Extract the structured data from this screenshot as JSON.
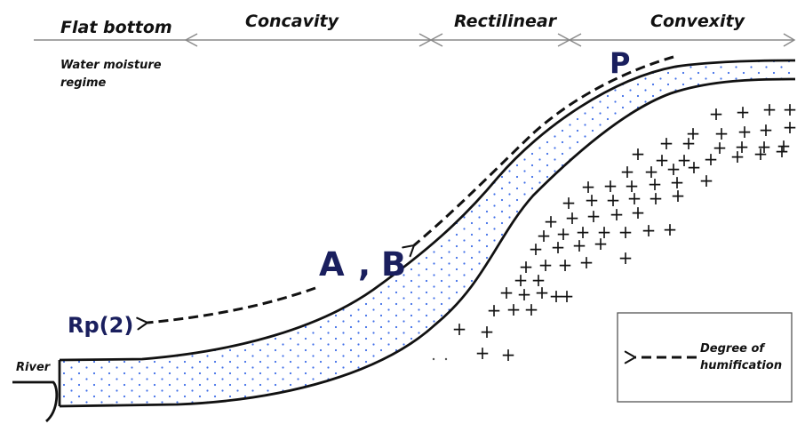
{
  "headers": {
    "flat_bottom": "Flat bottom",
    "concavity": "Concavity",
    "rectilinear": "Rectilinear",
    "convexity": "Convexity"
  },
  "water_moisture_line1": "Water moisture",
  "water_moisture_line2": "regime",
  "labels": {
    "p": "P",
    "a": "A",
    "comma": ",",
    "b": "B",
    "rp": "Rp(2)",
    "river": "River"
  },
  "legend": {
    "line1": "Degree of",
    "line2": "humification"
  },
  "colors": {
    "dots": "#3f6ee8",
    "label_text": "#1a1f5e",
    "line": "#111111"
  }
}
